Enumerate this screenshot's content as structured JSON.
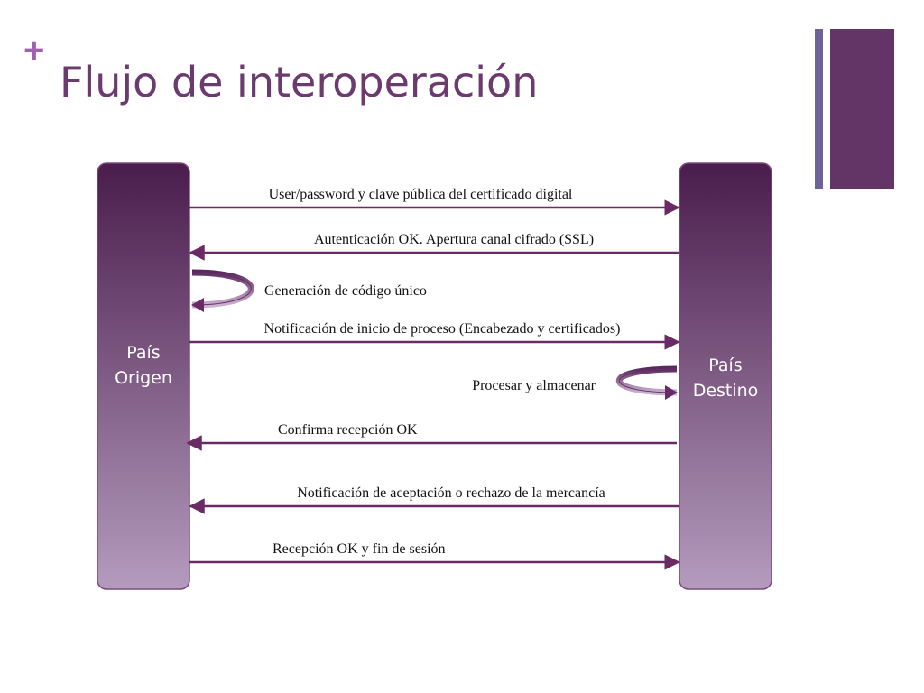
{
  "slide": {
    "title": "Flujo de interoperación",
    "bullet_symbol": "+"
  },
  "colors": {
    "accent": "#a05fb0",
    "title": "#6b3a6f",
    "bar_dark": "#633466",
    "bar_thin": "#6b6399",
    "arrow": "#6a2a66",
    "column_top": "#4a1d4c",
    "column_bottom": "#b49bbd"
  },
  "columns": {
    "left": {
      "line1": "País",
      "line2": "Origen"
    },
    "right": {
      "line1": "País",
      "line2": "Destino"
    }
  },
  "messages": [
    {
      "text": "User/password y clave pública del certificado digital",
      "direction": "right"
    },
    {
      "text": "Autenticación OK. Apertura canal cifrado (SSL)",
      "direction": "left"
    },
    {
      "text": "Generación de código único",
      "direction": "self-left"
    },
    {
      "text": "Notificación de inicio de proceso (Encabezado y certificados)",
      "direction": "right"
    },
    {
      "text": "Procesar y almacenar",
      "direction": "self-right"
    },
    {
      "text": "Confirma recepción OK",
      "direction": "left"
    },
    {
      "text": "Notificación de aceptación o rechazo de la mercancía",
      "direction": "left"
    },
    {
      "text": "Recepción OK y fin de sesión",
      "direction": "right"
    }
  ]
}
